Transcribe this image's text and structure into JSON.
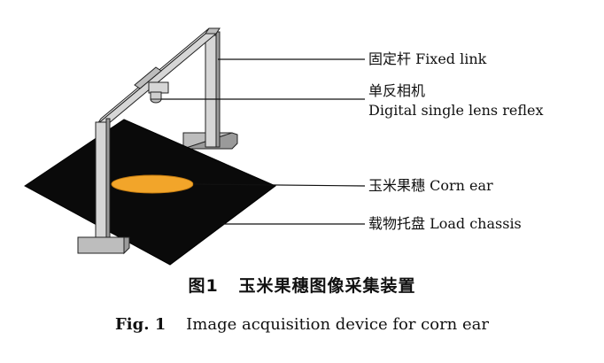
{
  "labels": {
    "fixed_link": "固定杆 Fixed link",
    "camera_cn": "单反相机",
    "camera_en": "Digital single lens reflex",
    "corn_ear": "玉米果穗 Corn ear",
    "load_chassis": "载物托盘 Load chassis"
  },
  "caption": {
    "cn_number": "图1",
    "cn_title": "玉米果穗图像采集装置",
    "en_number": "Fig. 1",
    "en_title": "Image acquisition device for corn ear"
  },
  "colors": {
    "tray": "#0a0a0a",
    "frame": "#d6d6d6",
    "frame_shadow": "#9a9a9a",
    "outline": "#222222",
    "corn": "#f2a52a",
    "corn_edge": "#c27a10",
    "leader": "#111111"
  }
}
